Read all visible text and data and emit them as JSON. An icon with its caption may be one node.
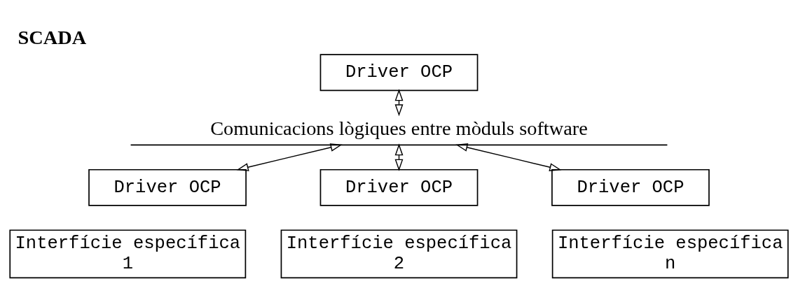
{
  "diagram": {
    "title": "SCADA",
    "nodes": [
      {
        "text": [
          "Driver OCP"
        ]
      },
      {
        "text": [
          "Comunicacions lògiques entre mòduls software"
        ]
      },
      {
        "text": [
          "Driver OCP"
        ]
      },
      {
        "text": [
          "Driver OCP"
        ]
      },
      {
        "text": [
          "Driver OCP"
        ]
      },
      {
        "text": [
          "Interfície específica 1"
        ]
      },
      {
        "text": [
          "Interfície específica 2"
        ]
      },
      {
        "text": [
          "Interfície específica n"
        ]
      }
    ],
    "edges": [
      {
        "from": 0,
        "to": 1,
        "arrow": "both"
      },
      {
        "from": 1,
        "to": 2,
        "arrow": "both"
      },
      {
        "from": 1,
        "to": 3,
        "arrow": "both"
      },
      {
        "from": 1,
        "to": 4,
        "arrow": "both"
      }
    ]
  }
}
